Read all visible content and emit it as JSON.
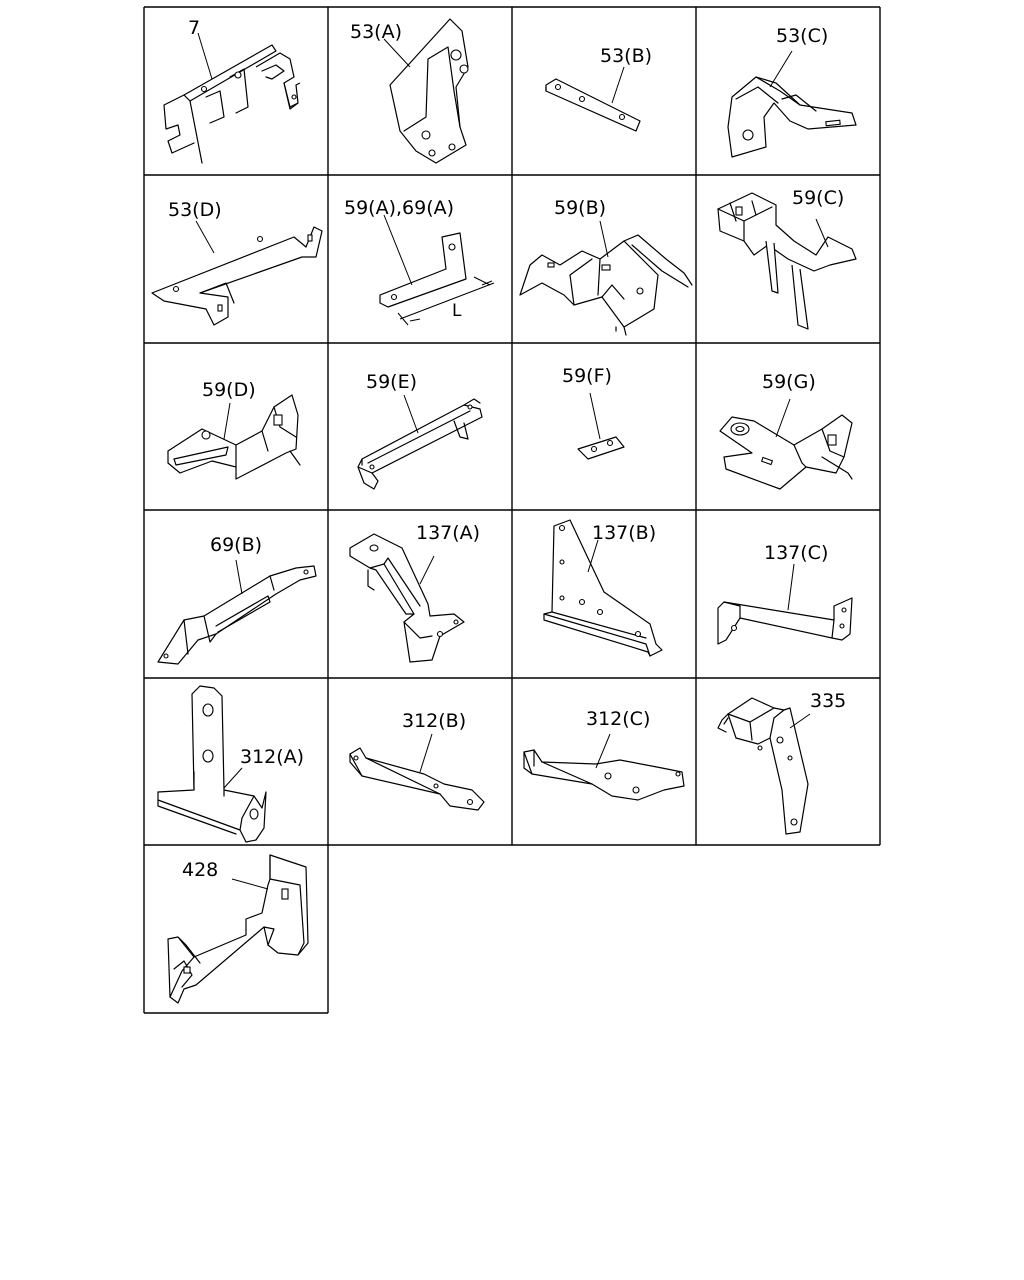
{
  "parts": [
    {
      "id": "7",
      "label": "7"
    },
    {
      "id": "53a",
      "label": "53(A)"
    },
    {
      "id": "53b",
      "label": "53(B)"
    },
    {
      "id": "53c",
      "label": "53(C)"
    },
    {
      "id": "53d",
      "label": "53(D)"
    },
    {
      "id": "59a69a",
      "label": "59(A),69(A)",
      "dimension": "L"
    },
    {
      "id": "59b",
      "label": "59(B)"
    },
    {
      "id": "59c",
      "label": "59(C)"
    },
    {
      "id": "59d",
      "label": "59(D)"
    },
    {
      "id": "59e",
      "label": "59(E)"
    },
    {
      "id": "59f",
      "label": "59(F)"
    },
    {
      "id": "59g",
      "label": "59(G)"
    },
    {
      "id": "69b",
      "label": "69(B)"
    },
    {
      "id": "137a",
      "label": "137(A)"
    },
    {
      "id": "137b",
      "label": "137(B)"
    },
    {
      "id": "137c",
      "label": "137(C)"
    },
    {
      "id": "312a",
      "label": "312(A)"
    },
    {
      "id": "312b",
      "label": "312(B)"
    },
    {
      "id": "312c",
      "label": "312(C)"
    },
    {
      "id": "335",
      "label": "335"
    },
    {
      "id": "428",
      "label": "428"
    }
  ]
}
